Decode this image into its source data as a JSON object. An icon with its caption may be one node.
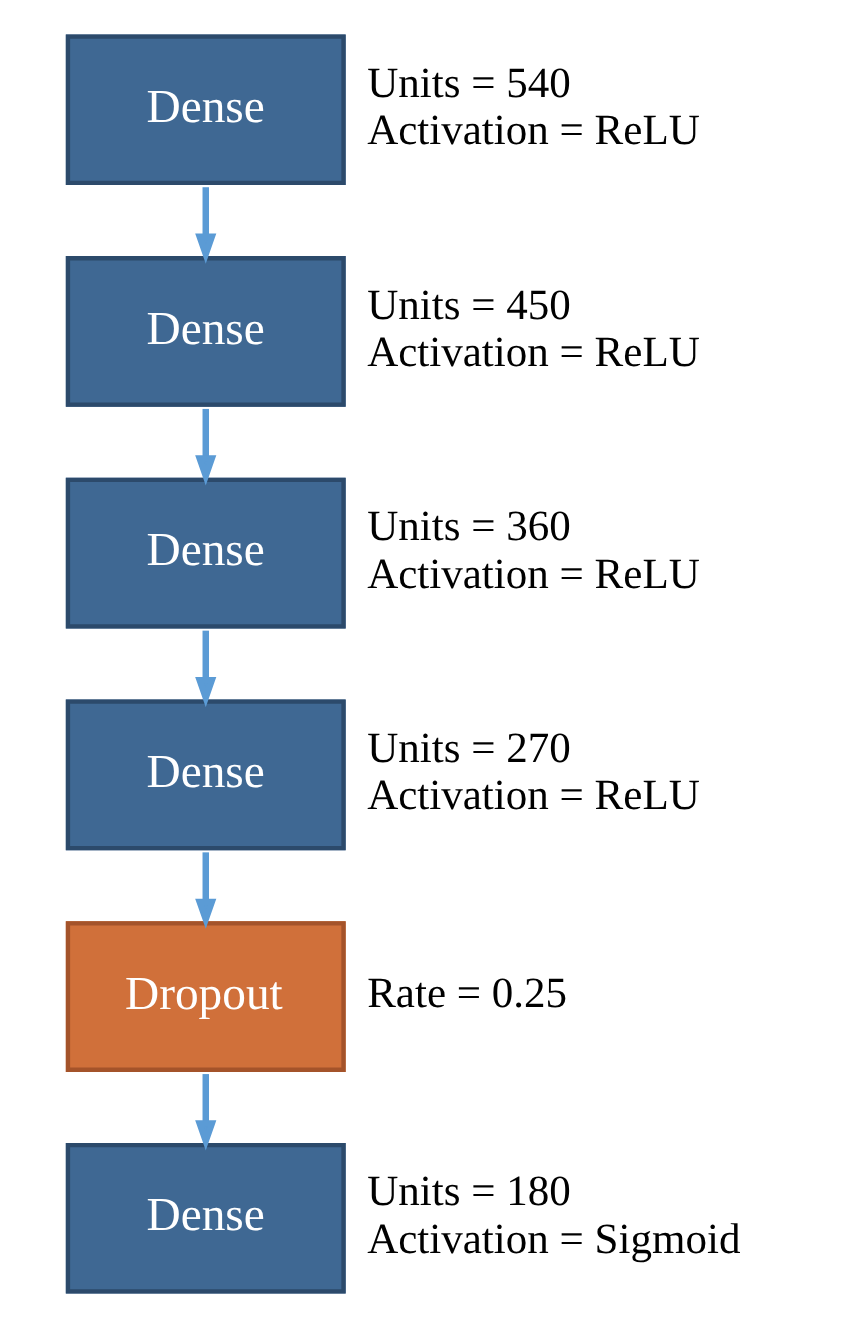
{
  "diagram": {
    "nodes": [
      {
        "text": [
          "Dense"
        ],
        "beside": [
          "Units = 540",
          "Activation = ReLU"
        ]
      },
      {
        "text": [
          "Dense"
        ],
        "beside": [
          "Units = 450",
          "Activation = ReLU"
        ]
      },
      {
        "text": [
          "Dense"
        ],
        "beside": [
          "Units = 360",
          "Activation = ReLU"
        ]
      },
      {
        "text": [
          "Dense"
        ],
        "beside": [
          "Units = 270",
          "Activation = ReLU"
        ]
      },
      {
        "text": [
          "Dropout"
        ],
        "beside": [
          "Rate = 0.25"
        ]
      },
      {
        "text": [
          "Dense"
        ],
        "beside": [
          "Units = 180",
          "Activation = Sigmoid"
        ]
      }
    ],
    "edges": [
      {
        "from": 0,
        "to": 1,
        "arrow": "to"
      },
      {
        "from": 1,
        "to": 2,
        "arrow": "to"
      },
      {
        "from": 2,
        "to": 3,
        "arrow": "to"
      },
      {
        "from": 3,
        "to": 4,
        "arrow": "to"
      },
      {
        "from": 4,
        "to": 5,
        "arrow": "to"
      }
    ]
  }
}
